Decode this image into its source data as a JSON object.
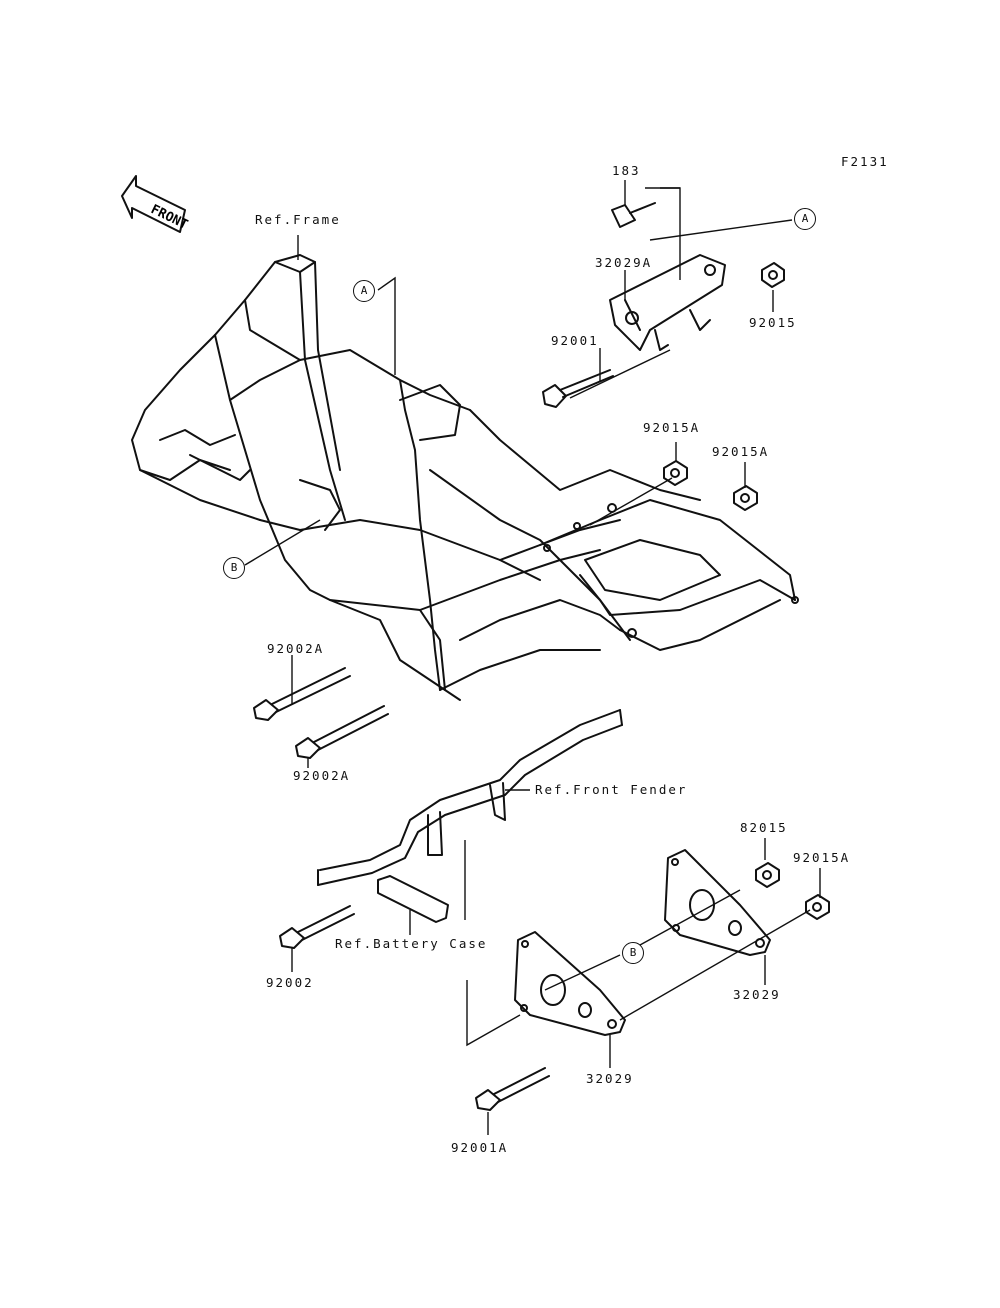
{
  "figure_code": "F2131",
  "front_label": "FRONT",
  "refs": {
    "frame": "Ref.Frame",
    "front_fender": "Ref.Front Fender",
    "battery_case": "Ref.Battery Case"
  },
  "callouts": {
    "a": "A",
    "b": "B"
  },
  "parts": {
    "p183": "183",
    "p32029A": "32029A",
    "p92015_top": "92015",
    "p92001": "92001",
    "p92015A_1": "92015A",
    "p92015A_2": "92015A",
    "p92002A_1": "92002A",
    "p92002A_2": "92002A",
    "p82015": "82015",
    "p92015A_3": "92015A",
    "p92002": "92002",
    "p32029_r": "32029",
    "p32029_l": "32029",
    "p92001A": "92001A"
  }
}
